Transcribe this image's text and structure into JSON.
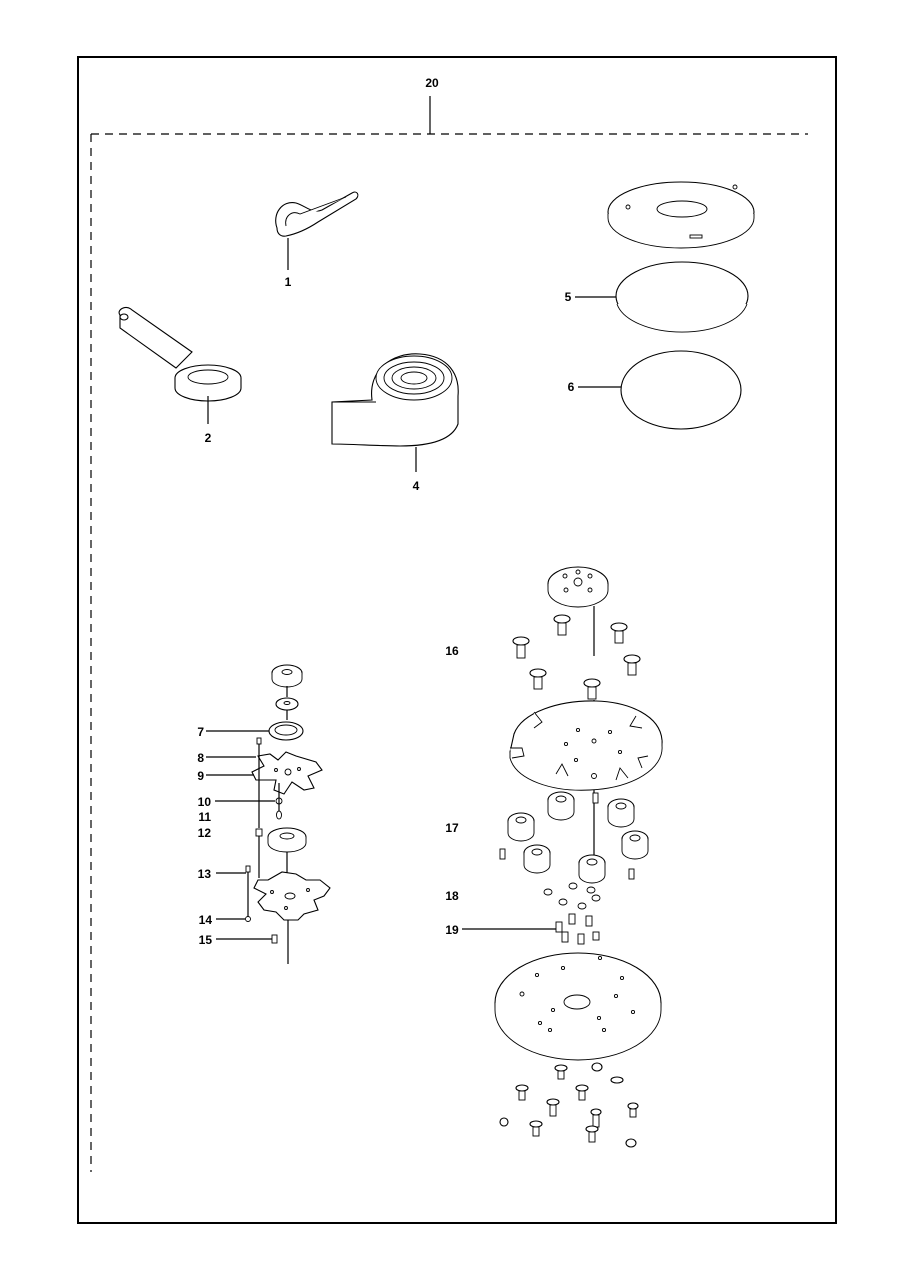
{
  "diagram": {
    "frame_label": "20",
    "callouts": [
      {
        "id": "1",
        "text": "1"
      },
      {
        "id": "2",
        "text": "2"
      },
      {
        "id": "4",
        "text": "4"
      },
      {
        "id": "5",
        "text": "5"
      },
      {
        "id": "6",
        "text": "6"
      },
      {
        "id": "7",
        "text": "7"
      },
      {
        "id": "8",
        "text": "8"
      },
      {
        "id": "9",
        "text": "9"
      },
      {
        "id": "10",
        "text": "10"
      },
      {
        "id": "11",
        "text": "11"
      },
      {
        "id": "12",
        "text": "12"
      },
      {
        "id": "13",
        "text": "13"
      },
      {
        "id": "14",
        "text": "14"
      },
      {
        "id": "15",
        "text": "15"
      },
      {
        "id": "16",
        "text": "16"
      },
      {
        "id": "17",
        "text": "17"
      },
      {
        "id": "18",
        "text": "18"
      },
      {
        "id": "19",
        "text": "19"
      }
    ]
  }
}
